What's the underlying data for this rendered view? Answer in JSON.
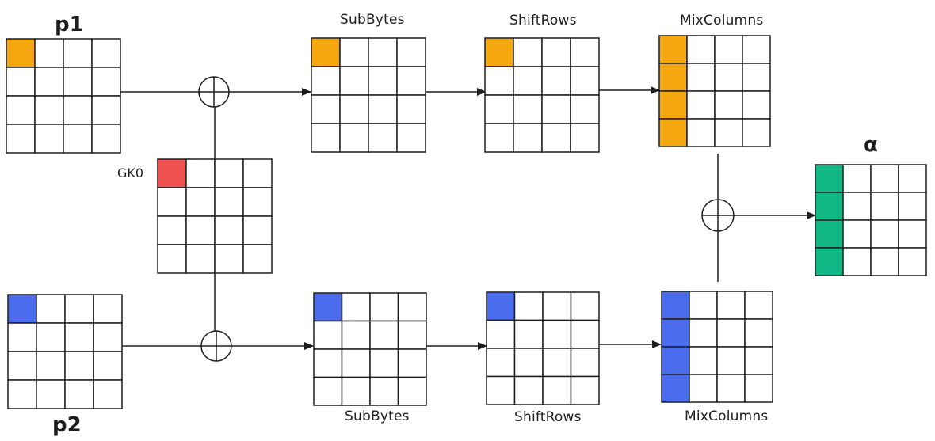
{
  "labels": {
    "p1": "p1",
    "p2": "p2",
    "key": "GK0",
    "alpha": "α",
    "top_subbytes": "SubBytes",
    "top_shiftrows": "ShiftRows",
    "top_mixcolumns": "MixColumns",
    "bottom_subbytes": "SubBytes",
    "bottom_shiftrows": "ShiftRows",
    "bottom_mixcolumns": "MixColumns"
  },
  "colors": {
    "orange": "#f5a70f",
    "blue": "#4b6cec",
    "red": "#f05252",
    "green": "#12b886",
    "stroke": "#1e1e1e"
  },
  "grids": [
    {
      "name": "p1",
      "filled": [
        [
          0,
          0
        ]
      ],
      "color": "orange"
    },
    {
      "name": "top-subbytes",
      "filled": [
        [
          0,
          0
        ]
      ],
      "color": "orange"
    },
    {
      "name": "top-shiftrows",
      "filled": [
        [
          0,
          0
        ]
      ],
      "color": "orange"
    },
    {
      "name": "top-mixcolumns",
      "filled": [
        [
          0,
          0
        ],
        [
          1,
          0
        ],
        [
          2,
          0
        ],
        [
          3,
          0
        ]
      ],
      "color": "orange"
    },
    {
      "name": "gk0",
      "filled": [
        [
          0,
          0
        ]
      ],
      "color": "red"
    },
    {
      "name": "alpha",
      "filled": [
        [
          0,
          0
        ],
        [
          1,
          0
        ],
        [
          2,
          0
        ],
        [
          3,
          0
        ]
      ],
      "color": "green"
    },
    {
      "name": "p2",
      "filled": [
        [
          0,
          0
        ]
      ],
      "color": "blue"
    },
    {
      "name": "bottom-subbytes",
      "filled": [
        [
          0,
          0
        ]
      ],
      "color": "blue"
    },
    {
      "name": "bottom-shiftrows",
      "filled": [
        [
          0,
          0
        ]
      ],
      "color": "blue"
    },
    {
      "name": "bottom-mixcolumns",
      "filled": [
        [
          0,
          0
        ],
        [
          1,
          0
        ],
        [
          2,
          0
        ],
        [
          3,
          0
        ]
      ],
      "color": "blue"
    }
  ]
}
